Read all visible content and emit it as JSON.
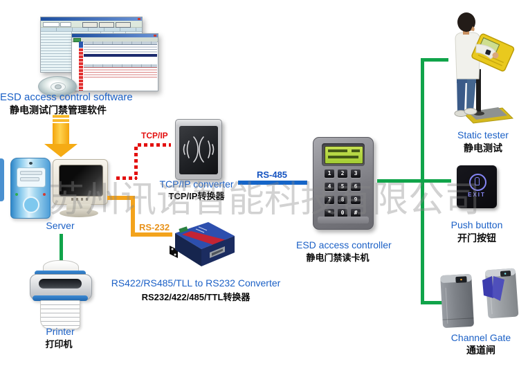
{
  "watermark": "苏州讯诺智能科技有限公司",
  "software": {
    "title_en": "ESD access control software",
    "title_zh": "静电测试门禁管理软件"
  },
  "server": {
    "label": "Server"
  },
  "printer": {
    "label_en": "Printer",
    "label_zh": "打印机"
  },
  "connections": {
    "tcpip": "TCP/IP",
    "rs485": "RS-485",
    "rs232": "RS-232"
  },
  "tcpip_converter": {
    "label_en": "TCP/IP converter",
    "label_zh": "TCP/IP转换器"
  },
  "rs422_converter": {
    "label_en": "RS422/RS485/TLL to RS232 Converter",
    "label_zh": "RS232/422/485/TTL转换器"
  },
  "controller": {
    "label_en": "ESD access controller",
    "label_zh": "静电门禁读卡机",
    "keys": [
      "1",
      "2",
      "3",
      "4",
      "5",
      "6",
      "7",
      "8",
      "9",
      "*",
      "0",
      "#"
    ]
  },
  "static_tester": {
    "label_en": "Static tester",
    "label_zh": "静电测试"
  },
  "push_button": {
    "label_en": "Push button",
    "label_zh": "开门按钮",
    "device_text": "EXIT"
  },
  "channel_gate": {
    "label_en": "Channel Gate",
    "label_zh": "通道闸"
  },
  "colors": {
    "label_blue": "#1b60c6",
    "line_green": "#10a44a",
    "line_blue": "#1565c8",
    "line_orange": "#f3a31c",
    "line_red": "#e3100f",
    "arrow_yellow": "#f5ab14"
  }
}
